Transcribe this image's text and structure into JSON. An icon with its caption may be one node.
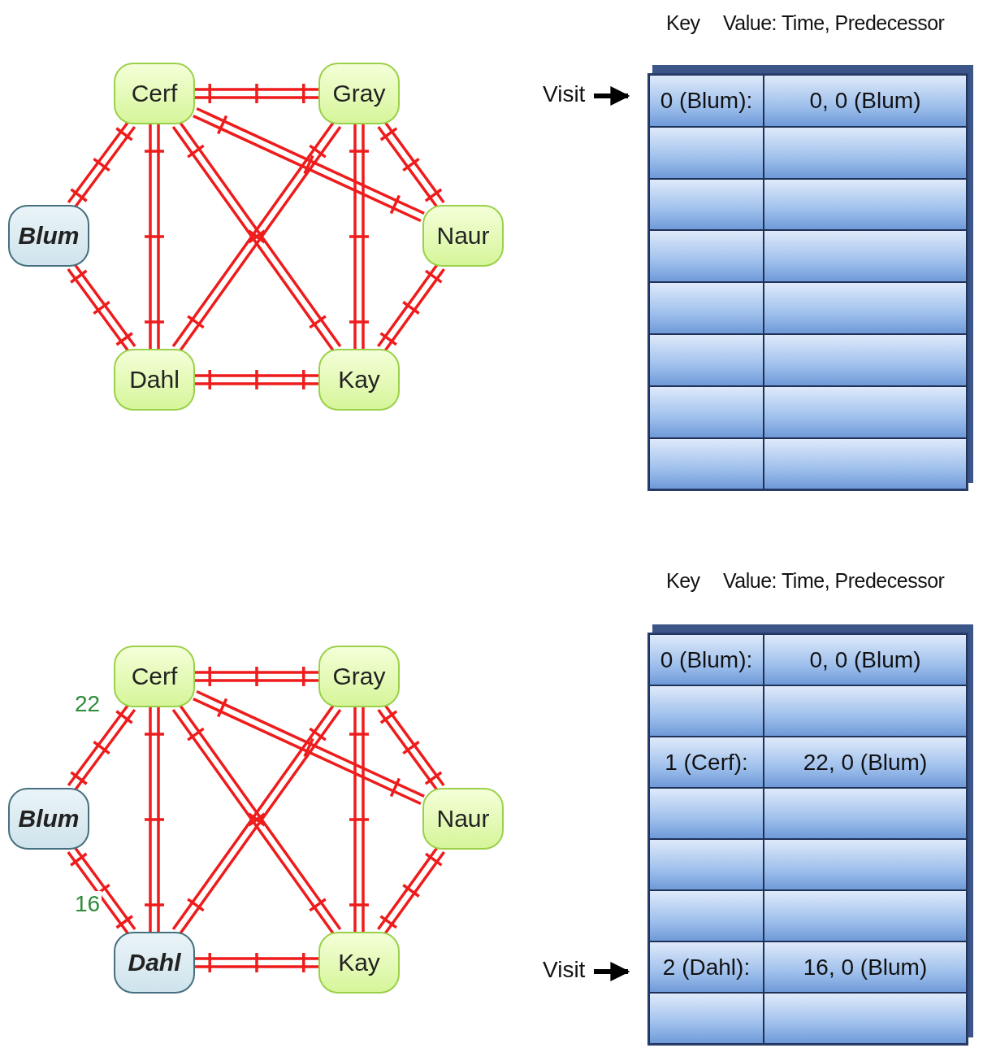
{
  "diagram": {
    "nodes": [
      {
        "text": [
          "Cerf"
        ]
      },
      {
        "text": [
          "Gray"
        ]
      },
      {
        "text": [
          "Visit"
        ]
      },
      {
        "text": [
          "Blum"
        ]
      },
      {
        "text": [
          "Naur"
        ]
      },
      {
        "text": [
          "Dahl"
        ]
      },
      {
        "text": [
          "Kay"
        ]
      },
      {
        "text": [
          "Cerf"
        ]
      },
      {
        "text": [
          "Gray"
        ]
      },
      {
        "text": [
          "Blum"
        ]
      },
      {
        "text": [
          "Naur"
        ]
      },
      {
        "text": [
          "Dahl"
        ]
      },
      {
        "text": [
          "Kay"
        ]
      },
      {
        "text": [
          "Visit"
        ]
      }
    ],
    "edges": [
      {
        "from": 3,
        "to": 0,
        "arrow": "none"
      },
      {
        "from": 3,
        "to": 5,
        "arrow": "none"
      },
      {
        "from": 0,
        "to": 1,
        "arrow": "none"
      },
      {
        "from": 0,
        "to": 5,
        "arrow": "none"
      },
      {
        "from": 0,
        "to": 6,
        "arrow": "none"
      },
      {
        "from": 0,
        "to": 4,
        "arrow": "none"
      },
      {
        "from": 1,
        "to": 5,
        "arrow": "none"
      },
      {
        "from": 1,
        "to": 6,
        "arrow": "none"
      },
      {
        "from": 1,
        "to": 4,
        "arrow": "none"
      },
      {
        "from": 5,
        "to": 6,
        "arrow": "none"
      },
      {
        "from": 6,
        "to": 4,
        "arrow": "none"
      },
      {
        "from": 2,
        "to": null,
        "arrow": "to",
        "color": "#000000"
      },
      {
        "from": 9,
        "to": 7,
        "arrow": "none",
        "label": "22"
      },
      {
        "from": 9,
        "to": 11,
        "arrow": "none",
        "label": "16"
      },
      {
        "from": 7,
        "to": 8,
        "arrow": "none"
      },
      {
        "from": 7,
        "to": 11,
        "arrow": "none"
      },
      {
        "from": 7,
        "to": 12,
        "arrow": "none"
      },
      {
        "from": 7,
        "to": 10,
        "arrow": "none"
      },
      {
        "from": 8,
        "to": 11,
        "arrow": "none"
      },
      {
        "from": 8,
        "to": 12,
        "arrow": "none"
      },
      {
        "from": 8,
        "to": 10,
        "arrow": "none"
      },
      {
        "from": 11,
        "to": 12,
        "arrow": "none"
      },
      {
        "from": 12,
        "to": 10,
        "arrow": "none"
      },
      {
        "from": 13,
        "to": null,
        "arrow": "to",
        "color": "#000000"
      }
    ],
    "labels": [
      "Key",
      "Value: Time, Predecessor",
      "0 (Blum):",
      "0, 0 (Blum)",
      "Key",
      "Value: Time, Predecessor",
      "0 (Blum):",
      "0, 0 (Blum)",
      "1 (Cerf):",
      "22, 0 (Blum)",
      "2 (Dahl):",
      "16, 0 (Blum)"
    ]
  }
}
